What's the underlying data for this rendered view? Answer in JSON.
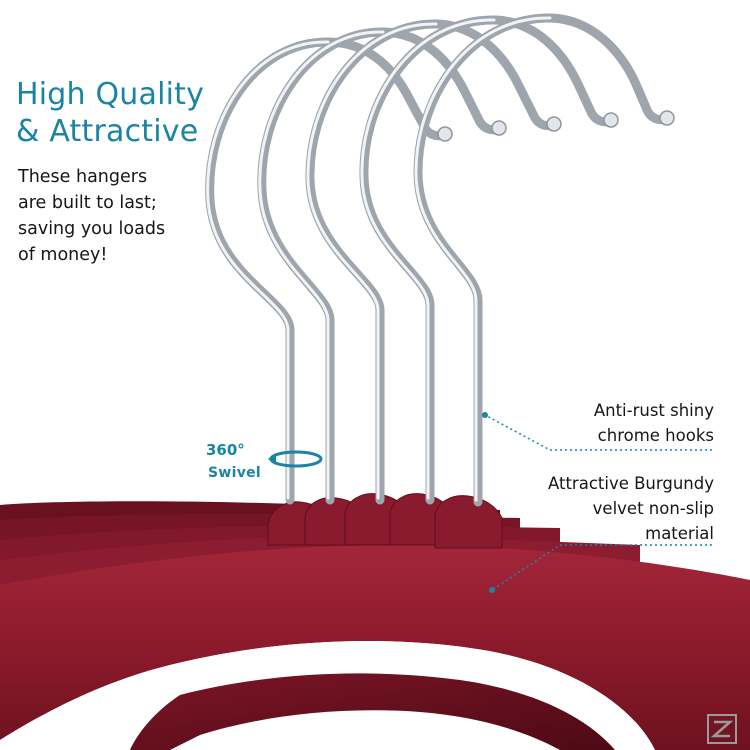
{
  "headline": {
    "line1": "High Quality",
    "line2": "& Attractive"
  },
  "intro": {
    "line1": "These hangers",
    "line2": "are built to last;",
    "line3": "saving you loads",
    "line4": "of money!"
  },
  "swivel": {
    "degrees": "360°",
    "label": "Swivel",
    "icon": "rotate-arrow-icon"
  },
  "callouts": {
    "chrome": {
      "line1": "Anti-rust shiny",
      "line2": "chrome hooks"
    },
    "velvet": {
      "line1": "Attractive Burgundy",
      "line2": "velvet non-slip",
      "line3": "material"
    }
  },
  "colors": {
    "accent": "#1a84a6",
    "velvet": "#8e1b2c",
    "velvet_dark": "#5c0d19",
    "chrome": "#c9ced3",
    "text": "#161616"
  },
  "logo": {
    "icon": "brand-logo-icon"
  }
}
